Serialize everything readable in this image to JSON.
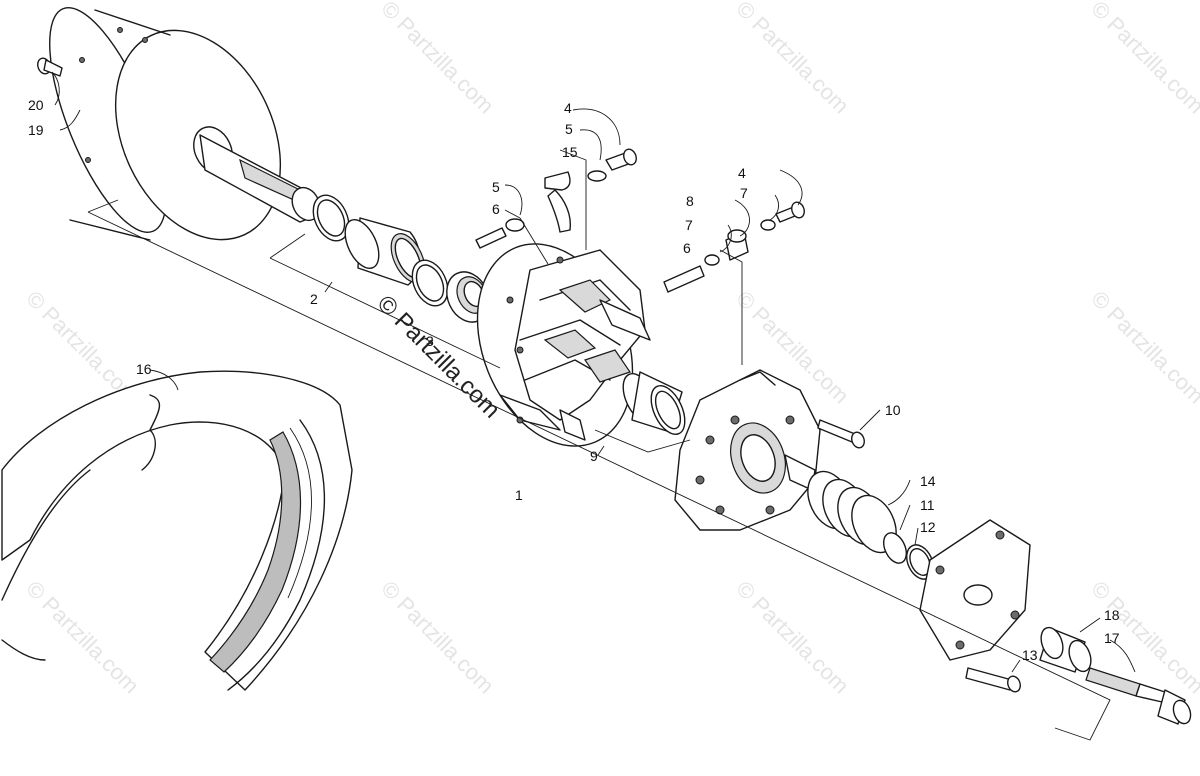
{
  "diagram": {
    "callouts": [
      {
        "id": "c1",
        "label": "1"
      },
      {
        "id": "c2",
        "label": "2"
      },
      {
        "id": "c3",
        "label": "3"
      },
      {
        "id": "c4a",
        "label": "4"
      },
      {
        "id": "c4b",
        "label": "4"
      },
      {
        "id": "c5a",
        "label": "5"
      },
      {
        "id": "c5b",
        "label": "5"
      },
      {
        "id": "c6a",
        "label": "6"
      },
      {
        "id": "c6b",
        "label": "6"
      },
      {
        "id": "c7a",
        "label": "7"
      },
      {
        "id": "c7b",
        "label": "7"
      },
      {
        "id": "c8",
        "label": "8"
      },
      {
        "id": "c9",
        "label": "9"
      },
      {
        "id": "c10",
        "label": "10"
      },
      {
        "id": "c11",
        "label": "11"
      },
      {
        "id": "c12",
        "label": "12"
      },
      {
        "id": "c13",
        "label": "13"
      },
      {
        "id": "c14",
        "label": "14"
      },
      {
        "id": "c15",
        "label": "15"
      },
      {
        "id": "c16",
        "label": "16"
      },
      {
        "id": "c17",
        "label": "17"
      },
      {
        "id": "c18",
        "label": "18"
      },
      {
        "id": "c19",
        "label": "19"
      },
      {
        "id": "c20",
        "label": "20"
      }
    ]
  },
  "watermark": {
    "text": "© Partzilla.com",
    "center_text": "© Partzilla.com"
  }
}
